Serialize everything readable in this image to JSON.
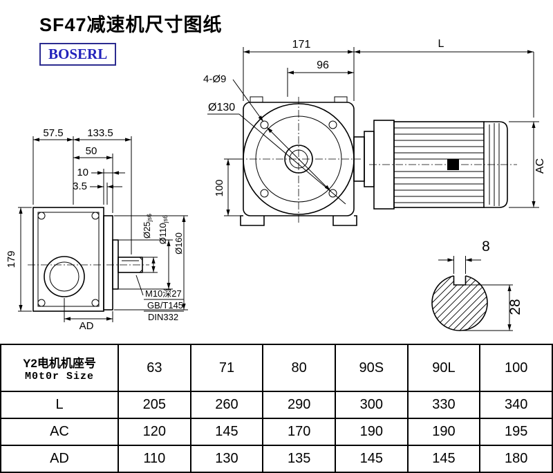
{
  "page": {
    "title": "SF47减速机尺寸图纸",
    "logo": "BOSERL",
    "brand_blue": "#2222bb",
    "line_color": "#000000"
  },
  "drawing": {
    "side_view": {
      "dim_57_5": "57.5",
      "dim_133_5": "133.5",
      "dim_50": "50",
      "dim_10": "10",
      "dim_3_5": "3.5",
      "dim_179": "179",
      "dim_AD": "AD",
      "dia_25": {
        "main": "Ø25",
        "tol": "js6"
      },
      "dia_110": {
        "main": "Ø110",
        "tol": "js6"
      },
      "dia_160": "Ø160",
      "note_m10": "M10深27",
      "note_gb": "GB/T145",
      "note_din": "DIN332"
    },
    "front_view": {
      "dim_171": "171",
      "dim_96": "96",
      "dim_4d9": "4-Ø9",
      "dia_130": "Ø130",
      "dim_100": "100"
    },
    "motor_view": {
      "dim_L": "L",
      "dim_AC": "AC"
    },
    "shaft_section": {
      "dim_8": "8",
      "dim_28": "28"
    }
  },
  "table": {
    "motor_row": {
      "label_line1": "Y2电机机座号",
      "label_line2": "M0t0r Size",
      "values": [
        "63",
        "71",
        "80",
        "90S",
        "90L",
        "100"
      ]
    },
    "rows": [
      {
        "label": "L",
        "values": [
          "205",
          "260",
          "290",
          "300",
          "330",
          "340"
        ]
      },
      {
        "label": "AC",
        "values": [
          "120",
          "145",
          "170",
          "190",
          "190",
          "195"
        ]
      },
      {
        "label": "AD",
        "values": [
          "110",
          "130",
          "135",
          "145",
          "145",
          "180"
        ]
      }
    ]
  }
}
